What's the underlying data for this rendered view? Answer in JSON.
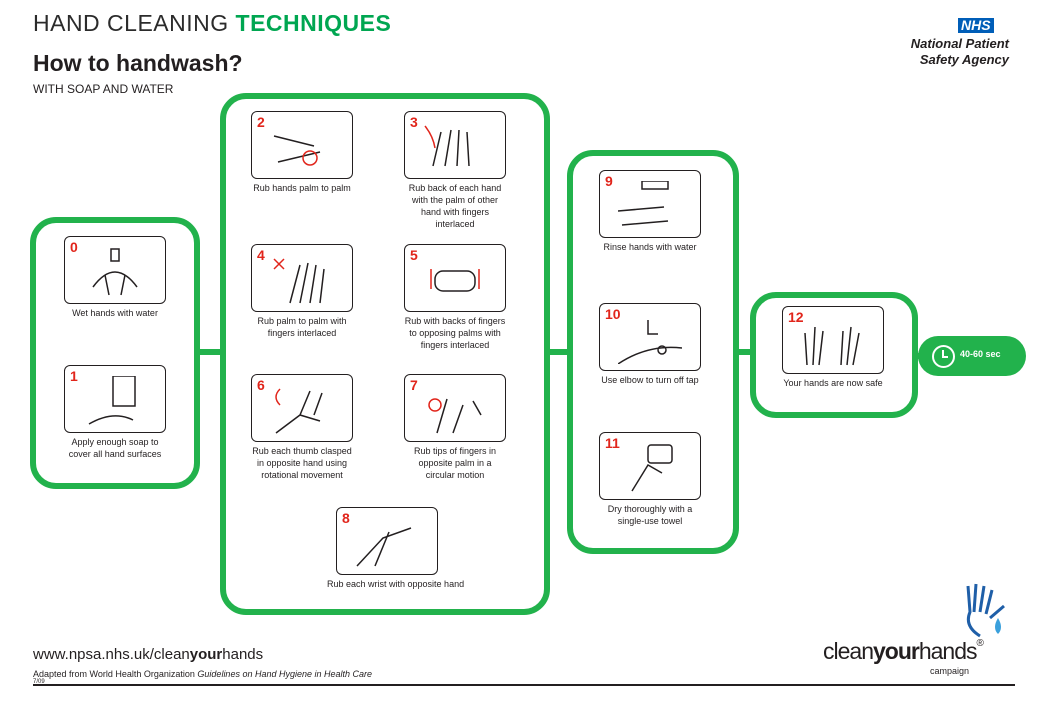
{
  "header": {
    "title_prefix": "HAND CLEANING",
    "title_highlight": "TECHNIQUES",
    "subtitle": "How to handwash?",
    "tagline": "WITH SOAP AND WATER"
  },
  "org": {
    "badge": "NHS",
    "line1": "National Patient",
    "line2": "Safety Agency"
  },
  "steps": [
    {
      "num": "0",
      "cap": "Wet hands with water"
    },
    {
      "num": "1",
      "cap": "Apply enough soap to cover all hand surfaces"
    },
    {
      "num": "2",
      "cap": "Rub hands palm to palm"
    },
    {
      "num": "3",
      "cap": "Rub back of each hand with the palm of other hand with fingers interlaced"
    },
    {
      "num": "4",
      "cap": "Rub palm to palm with fingers interlaced"
    },
    {
      "num": "5",
      "cap": "Rub with backs of fingers to opposing palms with fingers interlaced"
    },
    {
      "num": "6",
      "cap": "Rub each thumb clasped in opposite hand using rotational movement"
    },
    {
      "num": "7",
      "cap": "Rub tips of fingers in opposite palm in a circular motion"
    },
    {
      "num": "8",
      "cap": "Rub each wrist with opposite hand"
    },
    {
      "num": "9",
      "cap": "Rinse hands with water"
    },
    {
      "num": "10",
      "cap": "Use elbow to turn off tap"
    },
    {
      "num": "11",
      "cap": "Dry thoroughly with a single-use towel"
    },
    {
      "num": "12",
      "cap": "Your hands are now safe"
    }
  ],
  "timer": {
    "text": "40-60 sec"
  },
  "footer": {
    "url_prefix": "www.npsa.nhs.uk/clean",
    "url_bold": "your",
    "url_suffix": "hands",
    "credit_prefix": "Adapted from World Health Organization ",
    "credit_italic": "Guidelines on Hand Hygiene in Health Care",
    "credit_line2": "7/09"
  },
  "logo": {
    "part1": "clean",
    "part2": "your",
    "part3": "hands",
    "reg": "®",
    "sub": "campaign"
  },
  "colors": {
    "green": "#22b24c",
    "red": "#e1251b",
    "nhs_blue": "#005eb8"
  }
}
